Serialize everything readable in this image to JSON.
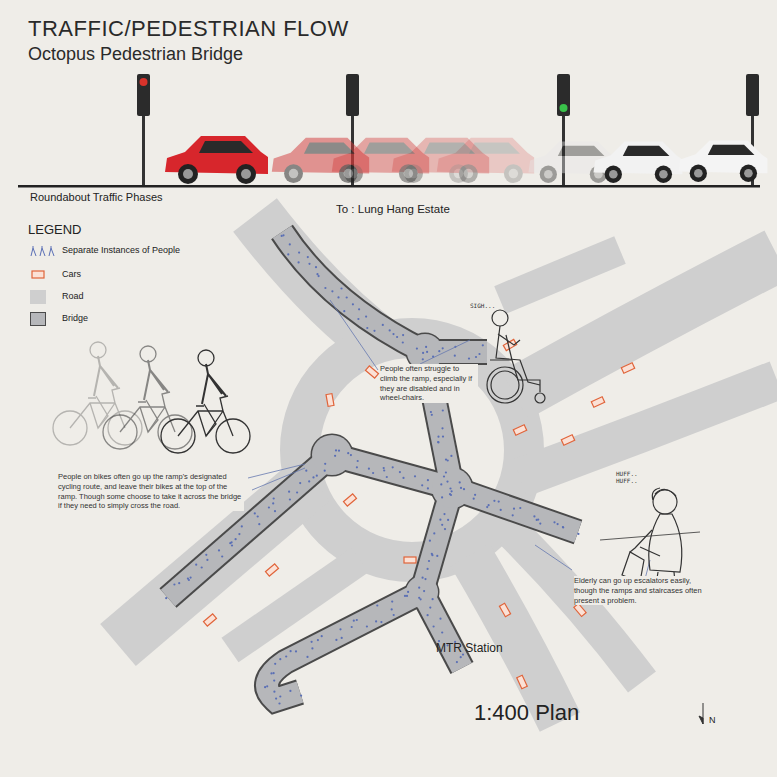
{
  "diagram": {
    "title": "TRAFFIC/PEDESTRIAN FLOW",
    "labels": [
      "Octopus Pedestrian Bridge",
      "Roundabout Traffic Phases",
      "To : Lung Hang Estate",
      "LEGEND",
      "People often struggle to climb the ramp, especially if they are disabled and in wheel-chairs.",
      "SIGH...",
      "People on bikes often go up the ramp's designated cycling route, and leave their bikes at the top of the ramp. Though some choose to take it across the bridge if they need to simply cross the road.",
      "Elderly can go up escalators easily, though the ramps and staircases often present a problem.",
      "HUFF.. HUFF..",
      "MTR Station",
      "1:400 Plan",
      "N"
    ],
    "legend": [
      {
        "text": "Separate Instances of People"
      },
      {
        "text": "Cars"
      },
      {
        "text": "Road",
        "color": "#cfcfcf"
      },
      {
        "text": "Bridge",
        "color": "#b6b7ba"
      }
    ]
  }
}
